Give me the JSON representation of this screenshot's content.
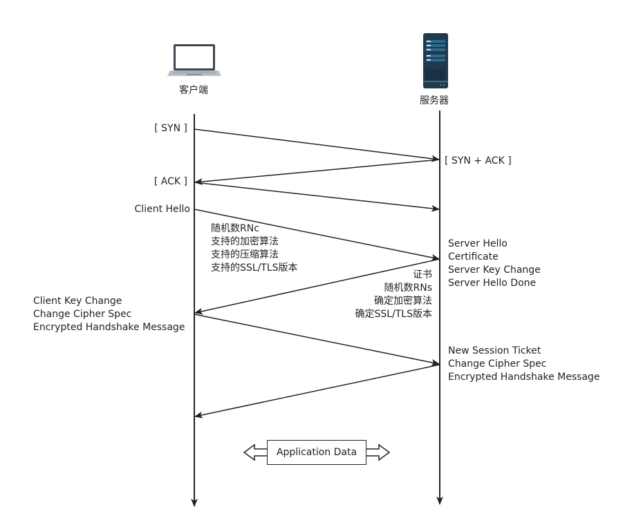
{
  "participants": {
    "client": {
      "label": "客户端",
      "icon": "laptop-icon"
    },
    "server": {
      "label": "服务器",
      "icon": "server-icon"
    }
  },
  "messages": [
    {
      "id": "syn",
      "from": "client",
      "to": "server",
      "label_left": "[ SYN ]",
      "label_right": ""
    },
    {
      "id": "syn-ack",
      "from": "server",
      "to": "client",
      "label_right": "[ SYN + ACK ]"
    },
    {
      "id": "ack",
      "from": "client",
      "to": "server",
      "label_left": "[ ACK ]"
    },
    {
      "id": "client-hello",
      "from": "client",
      "to": "server",
      "label_left": "Client Hello"
    },
    {
      "id": "server-hello",
      "from": "server",
      "to": "client"
    },
    {
      "id": "client-key-exchange",
      "from": "client",
      "to": "server"
    },
    {
      "id": "session-ticket",
      "from": "server",
      "to": "client"
    }
  ],
  "labels": {
    "syn": "[ SYN ]",
    "syn_ack": "[ SYN + ACK ]",
    "ack": "[ ACK ]",
    "client_hello": "Client Hello",
    "client_hello_details": [
      "随机数RNc",
      "支持的加密算法",
      "支持的压缩算法",
      "支持的SSL/TLS版本"
    ],
    "server_hello_block": [
      "Server Hello",
      "Certificate",
      "Server Key Change",
      "Server Hello Done"
    ],
    "server_hello_details": [
      "证书",
      "随机数RNs",
      "确定加密算法",
      "确定SSL/TLS版本"
    ],
    "client_key_block": [
      "Client Key Change",
      "Change Cipher Spec",
      "Encrypted Handshake Message"
    ],
    "server_finish_block": [
      "New Session Ticket",
      "Change Cipher Spec",
      "Encrypted Handshake Message"
    ],
    "application_data": "Application Data"
  },
  "colors": {
    "line": "#222222",
    "server_body": "#1f3a4d",
    "server_panel": "#2e6a8e",
    "laptop_frame": "#3b4650",
    "laptop_base": "#b7bfc6"
  }
}
